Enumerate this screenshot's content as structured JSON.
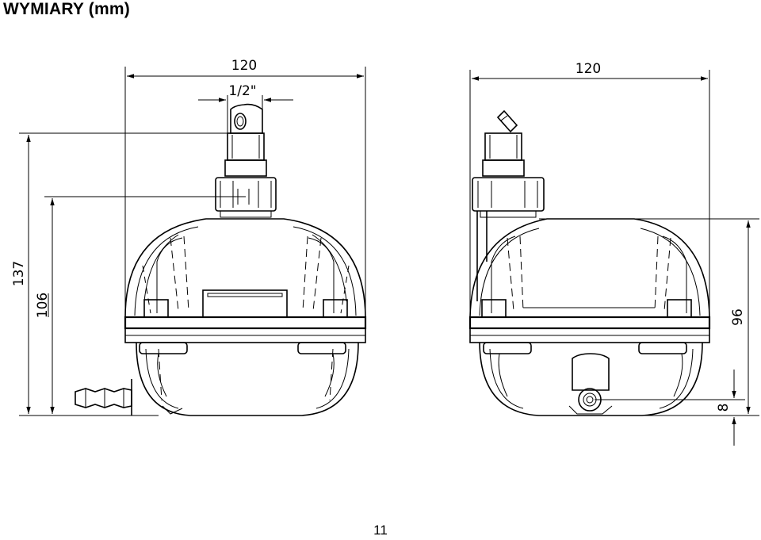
{
  "title": "WYMIARY (mm)",
  "page_number": "11",
  "dimensions": {
    "left_width": "120",
    "thread": "1/2\"",
    "height_total": "137",
    "height_inlet": "106",
    "right_width": "120",
    "right_height": "96",
    "outlet_offset": "8"
  }
}
